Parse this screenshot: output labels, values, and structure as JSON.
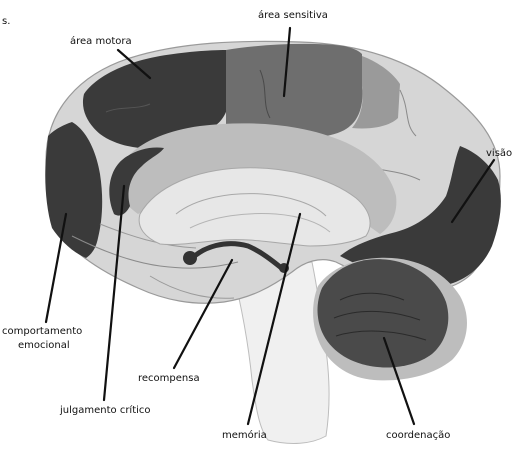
{
  "caption_fragment": "s.",
  "labels": {
    "motor": "área motora",
    "sensory": "área sensitiva",
    "vision": "visão",
    "emotional_line1": "comportamento",
    "emotional_line2": "emocional",
    "reward": "recompensa",
    "critical_judgment": "julgamento crítico",
    "memory": "memória",
    "coordination": "coordenação"
  },
  "colors": {
    "cortex_light": "#d6d6d6",
    "region_dark": "#3a3a3a",
    "region_mid": "#6e6e6e",
    "inner_light": "#e7e7e7",
    "cerebellum": "#4a4a4a",
    "brainstem": "#f0f0f0"
  }
}
